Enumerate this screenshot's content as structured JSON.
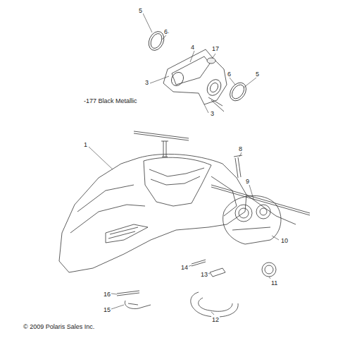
{
  "diagram": {
    "labels": [
      "-177  Black Metallic",
      "5",
      "6",
      "4",
      "17",
      "6",
      "5",
      "3",
      "3",
      "1",
      "8",
      "9",
      "10",
      "14",
      "13",
      "11",
      "12",
      "16",
      "15",
      "© 2009 Polaris Sales Inc."
    ]
  }
}
